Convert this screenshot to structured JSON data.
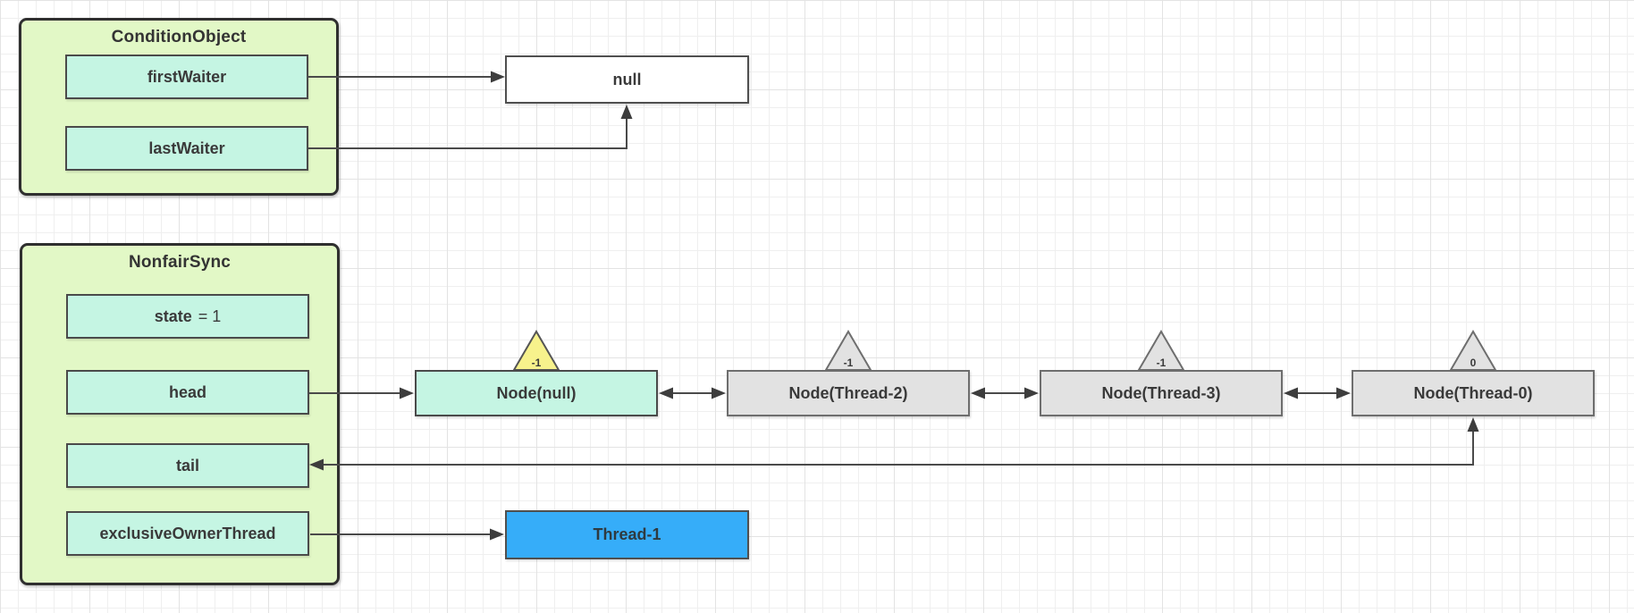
{
  "colors": {
    "container_fill": "#e2f8c6",
    "field_fill": "#c5f5e3",
    "node_gray_fill": "#e2e2e2",
    "triangle_yellow_fill": "#f7f28c",
    "triangle_gray_fill": "#e2e2e2",
    "thread_blue_fill": "#36adf9",
    "arrow_color": "#4a4a4a",
    "text_color": "#3a3a3a"
  },
  "condition_object": {
    "title": "ConditionObject",
    "fields": [
      {
        "label": "firstWaiter"
      },
      {
        "label": "lastWaiter"
      }
    ]
  },
  "null_node": {
    "label": "null"
  },
  "nonfair_sync": {
    "title": "NonfairSync",
    "state_field": {
      "name": "state",
      "value": "= 1"
    },
    "fields": [
      {
        "label": "head"
      },
      {
        "label": "tail"
      },
      {
        "label": "exclusiveOwnerThread"
      }
    ]
  },
  "queue_nodes": [
    {
      "label": "Node(null)",
      "wait_status": "-1"
    },
    {
      "label": "Node(Thread-2)",
      "wait_status": "-1"
    },
    {
      "label": "Node(Thread-3)",
      "wait_status": "-1"
    },
    {
      "label": "Node(Thread-0)",
      "wait_status": "0"
    }
  ],
  "owner_thread": {
    "label": "Thread-1"
  }
}
